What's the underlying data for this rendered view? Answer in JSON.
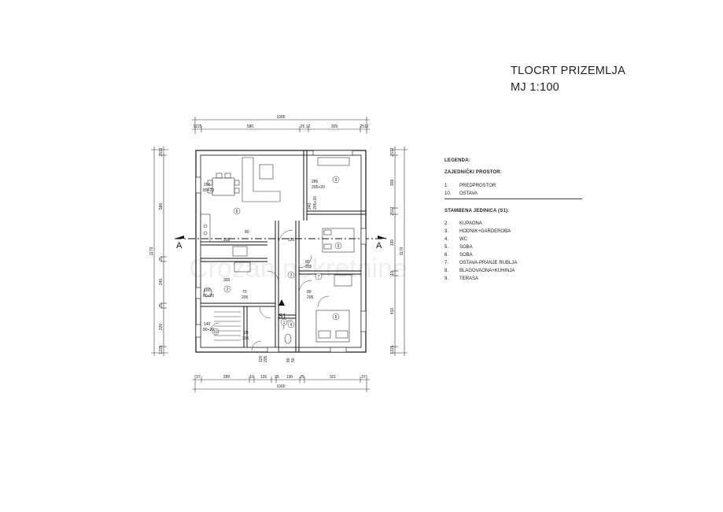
{
  "title": {
    "line1": "TLOCRT PRIZEMLJA",
    "line2": "MJ 1:100"
  },
  "legend": {
    "heading": "LEGENDA:",
    "common_heading": "ZAJEDNIČKI PROSTOR:",
    "common_items": [
      {
        "num": "1.",
        "label": "PREDPROSTOR"
      },
      {
        "num": "10.",
        "label": "OSTAVA"
      }
    ],
    "unit_heading": "STAMBENA JEDINICA (S1):",
    "unit_items": [
      {
        "num": "2.",
        "label": "KUPAONA"
      },
      {
        "num": "3.",
        "label": "HODNIK+GARDEROBA"
      },
      {
        "num": "4.",
        "label": "WC"
      },
      {
        "num": "5.",
        "label": "SOBA"
      },
      {
        "num": "6.",
        "label": "SOBA"
      },
      {
        "num": "7.",
        "label": "OSTAVA-PRANJE RUBLJA"
      },
      {
        "num": "8.",
        "label": "BLAGOVAONA+KUHINJA"
      },
      {
        "num": "9.",
        "label": "TERASA"
      }
    ]
  },
  "dimensions": {
    "top_total": "1000",
    "top_segments": [
      "1225",
      "580",
      "25 12",
      "309",
      "2512"
    ],
    "bottom_total": "1000",
    "bottom_segments": [
      "37",
      "289",
      "10",
      "126",
      "25",
      "130",
      "25",
      "321",
      "37"
    ],
    "left_total": "1170",
    "left_segments": [
      "2512",
      "586",
      "25",
      "240",
      "25",
      "220",
      "1225"
    ],
    "right_total": "1170",
    "right_segments": [
      "2512",
      "309",
      "2512",
      "330",
      "10",
      "410",
      "1225"
    ]
  },
  "section_marker": "A",
  "unit_marker": "S1",
  "room_numbers": [
    "1",
    "2",
    "3",
    "4",
    "5",
    "6",
    "7",
    "8",
    "9",
    "10"
  ],
  "opening_labels": {
    "door_1": [
      "200",
      "80+20"
    ],
    "door_2": [
      "286",
      "205+20"
    ],
    "door_3": [
      "240",
      "205+20"
    ],
    "door_4": [
      "100",
      "60+20"
    ],
    "door_5": [
      "140",
      "80+20"
    ],
    "door_6": [
      "70",
      "205"
    ],
    "door_7": [
      "80",
      "205"
    ],
    "door_8": [
      "80",
      "205"
    ],
    "door_9": [
      "20",
      "205"
    ],
    "small_200": "200",
    "small_120": "120",
    "small_300": "300",
    "small_80": "80",
    "small_120b": "120",
    "small_205": "205",
    "small_80b": "80",
    "small_50": "50"
  },
  "watermark": "Crozan nekretnine"
}
